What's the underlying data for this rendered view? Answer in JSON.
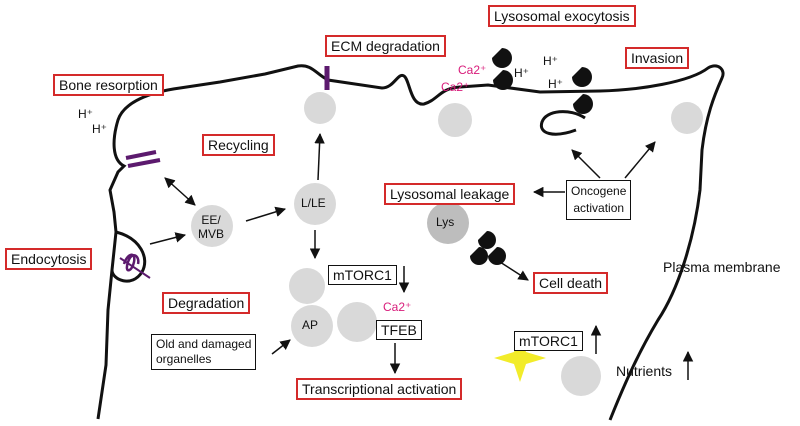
{
  "labels": {
    "lysosomal_exocytosis": "Lysosomal exocytosis",
    "ecm_degradation": "ECM degradation",
    "invasion": "Invasion",
    "bone_resorption": "Bone resorption",
    "recycling": "Recycling",
    "lysosomal_leakage": "Lysosomal leakage",
    "endocytosis": "Endocytosis",
    "degradation": "Degradation",
    "cell_death": "Cell death",
    "transcriptional_activation": "Transcriptional activation",
    "oncogene_activation": "Oncogene\nactivation",
    "old_damaged": "Old and damaged\norganelles",
    "mtorc1_top": "mTORC1",
    "mtorc1_bottom": "mTORC1",
    "tfeb": "TFEB",
    "plasma_membrane": "Plasma membrane",
    "nutrients": "Nutrients",
    "ee_mvb": "EE/\nMVB",
    "l_le": "L/LE",
    "ap": "AP",
    "lys": "Lys",
    "h_plus": "H⁺",
    "ca2": "Ca2⁺"
  },
  "colors": {
    "red_box": "#d42a2a",
    "pink": "#d81b7a",
    "vesicle": "#d9d9d9",
    "vesicle_dark": "#bdbdbd",
    "purple": "#5c1a6e",
    "star": "#f2ec2a"
  }
}
